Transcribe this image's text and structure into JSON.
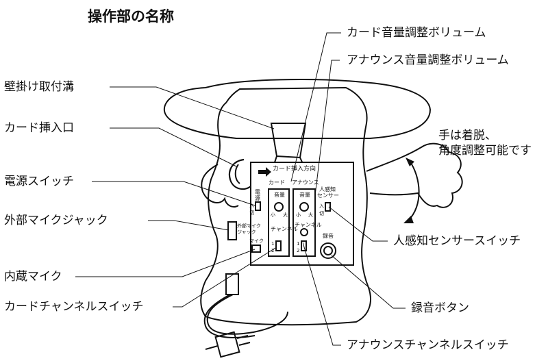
{
  "title": "操作部の名称",
  "callouts": {
    "card_volume": "カード音量調整ボリューム",
    "announce_volume": "アナウンス音量調整ボリューム",
    "wall_groove": "壁掛け取付溝",
    "card_slot": "カード挿入口",
    "power_switch": "電源スイッチ",
    "ext_mic_jack": "外部マイクジャック",
    "builtin_mic": "内蔵マイク",
    "card_channel_switch": "カードチャンネルスイッチ",
    "hand_note_1": "手は着脱、",
    "hand_note_2": "角度調整可能です",
    "sensor_switch": "人感知センサースイッチ",
    "record_button": "録音ボタン",
    "announce_channel_switch": "アナウンスチャンネルスイッチ"
  },
  "panel": {
    "insert_direction": "カード挿入方向",
    "card": "カード",
    "announce": "アナウンス",
    "volume": "音量",
    "small": "小",
    "large": "大",
    "channel": "チャンネル",
    "ch1": "1",
    "ch2": "2",
    "record": "録音",
    "power_line1": "電",
    "power_line2": "源",
    "on": "入",
    "off": "切",
    "sensor_line1": "人感知",
    "sensor_line2": "センサー",
    "ext_mic_line1": "外部マイク",
    "ext_mic_line2": "ジャック",
    "mic": "マイク"
  }
}
